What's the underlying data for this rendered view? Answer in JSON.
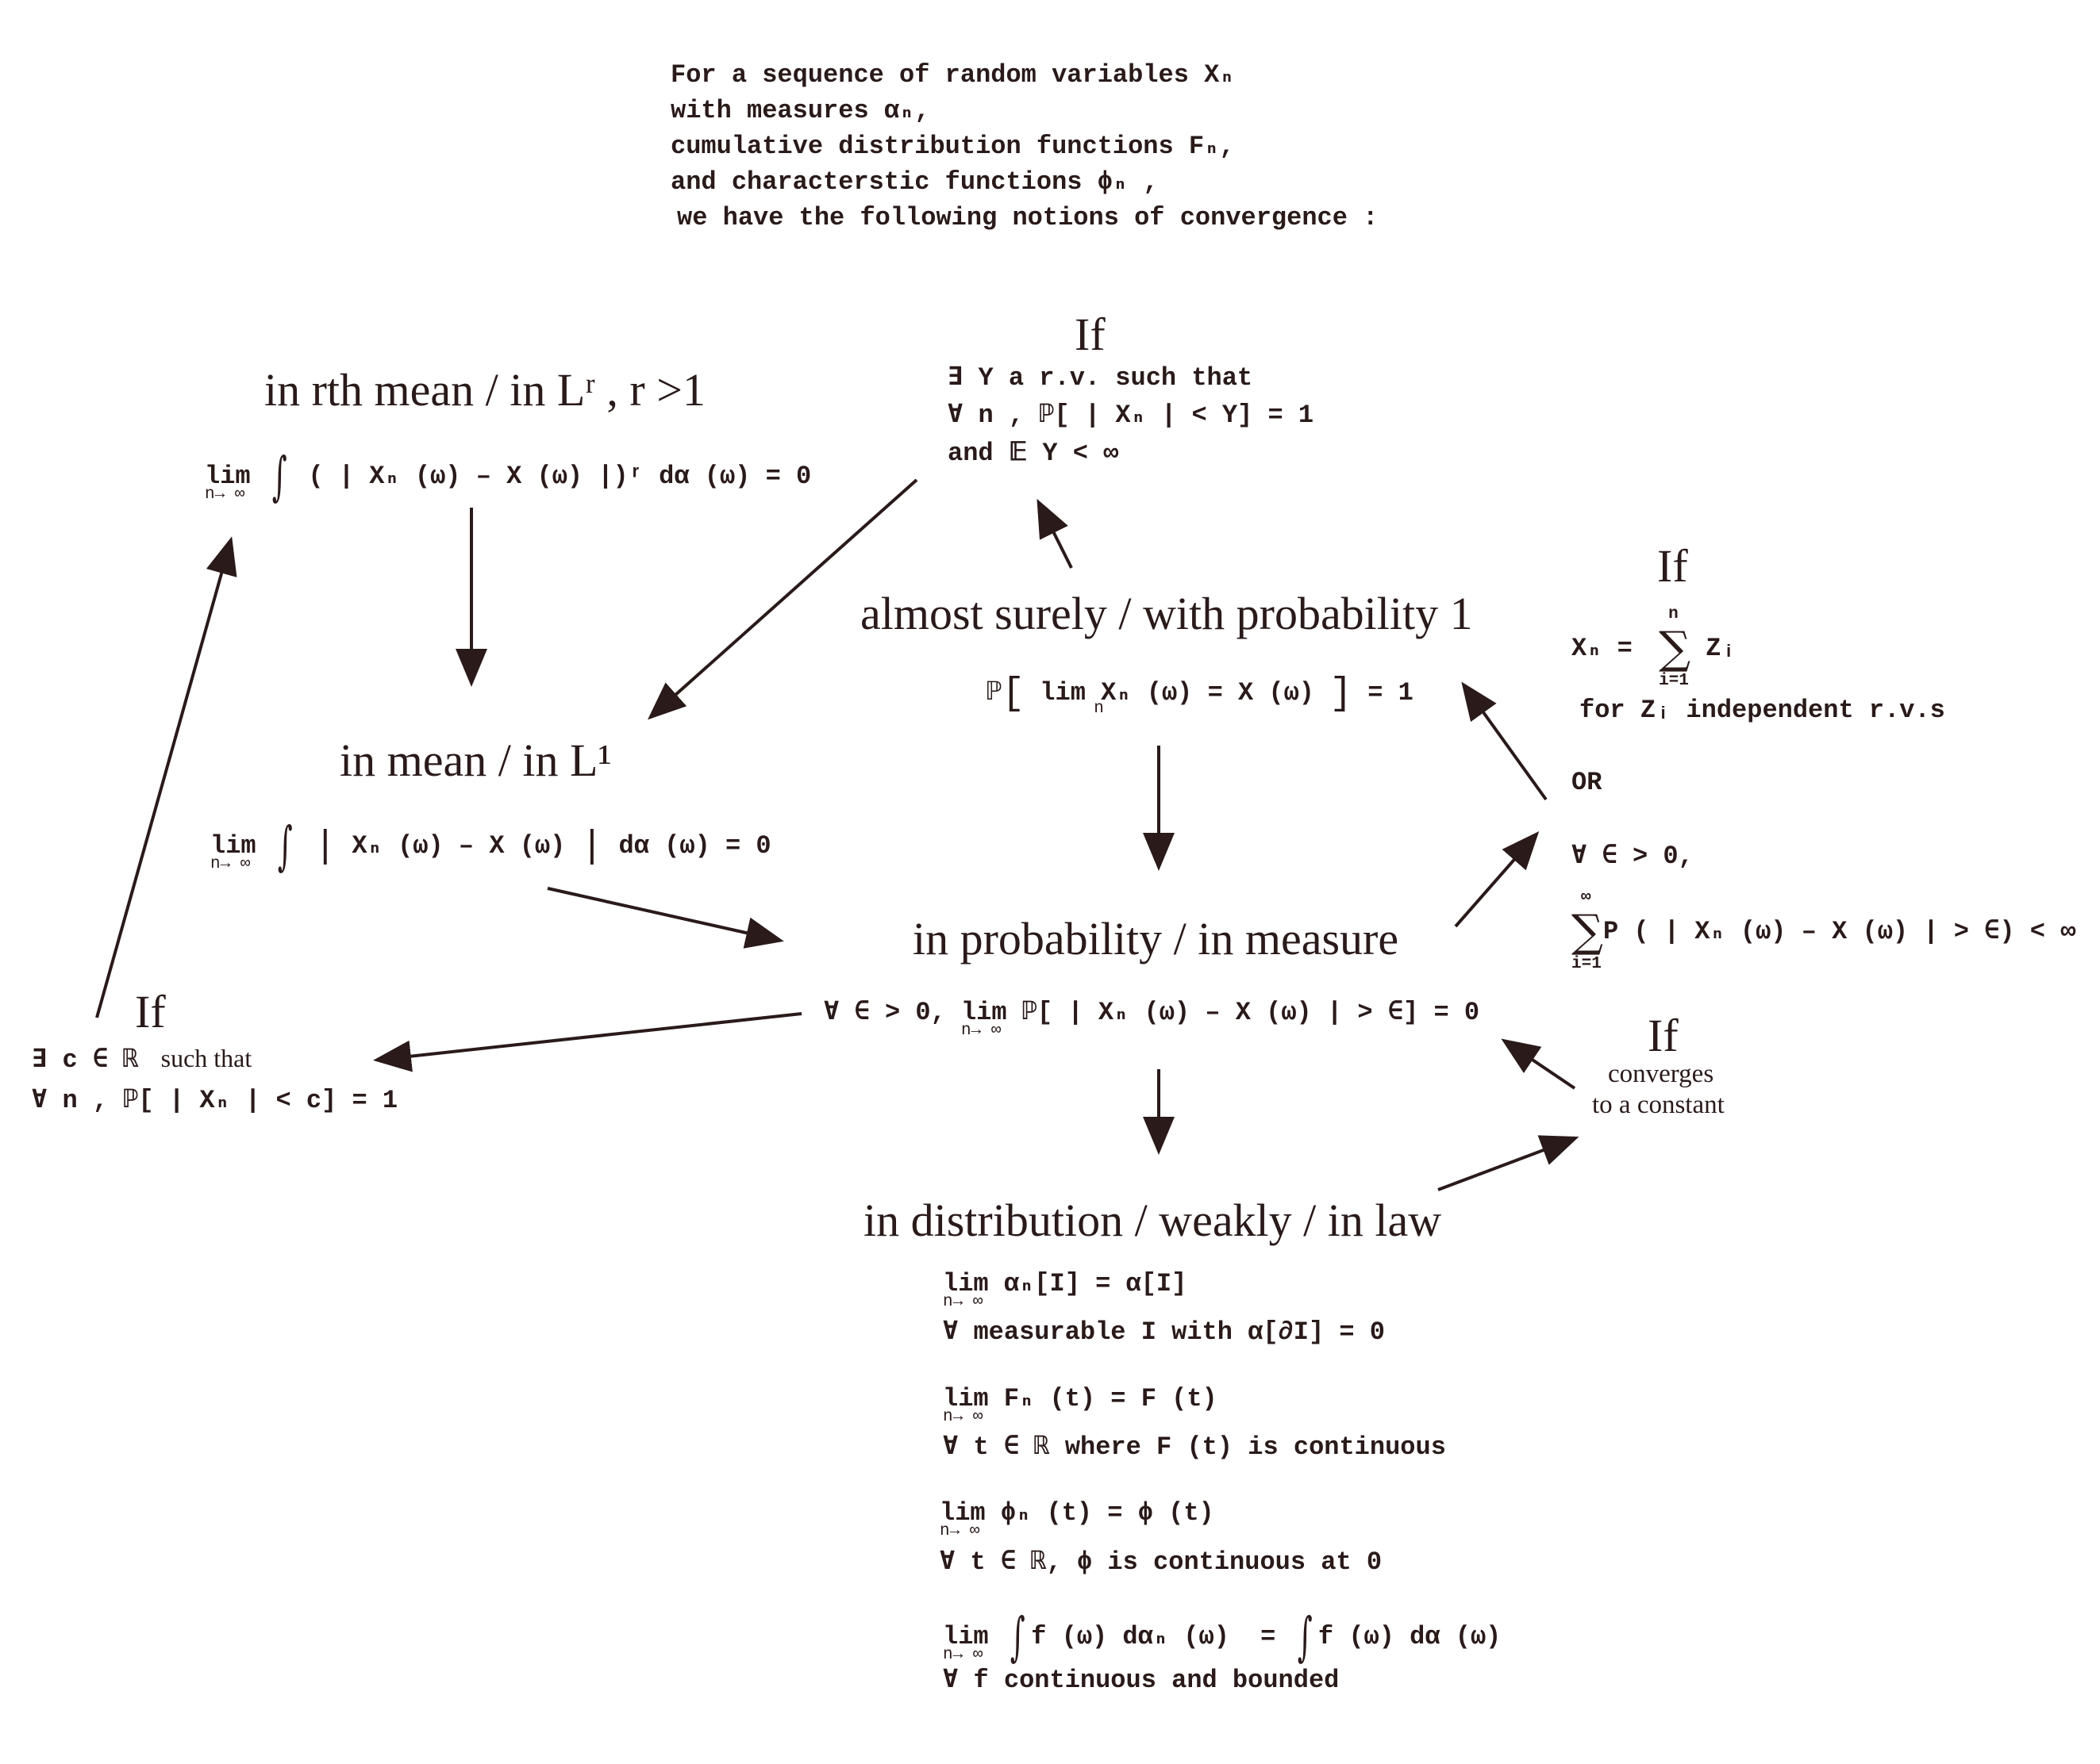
{
  "intro": [
    "For a sequence of random variables Xₙ",
    "with measures αₙ,",
    "cumulative distribution functions Fₙ,",
    "and characterstic functions ϕₙ ,",
    "we have the following notions of convergence :"
  ],
  "rth_mean": {
    "title": "in rth mean / in Lʳ , r >1",
    "formula": "( | Xₙ (ω) – X (ω) |)ʳ dα (ω)  =  0"
  },
  "mean": {
    "title": "in mean / in L¹",
    "formula_a": "Xₙ (ω) – X (ω)",
    "formula_b": "dα (ω)  =  0"
  },
  "almost_surely": {
    "title": "almost surely / with probability 1",
    "formula": "lim Xₙ (ω)  =  X (ω)",
    "rhs": "=  1",
    "sub": "n"
  },
  "probability": {
    "title": "in probability / in measure",
    "formula_pre": "∀ ∈ > 0,",
    "formula": "ℙ[ | Xₙ (ω)  –  X (ω) |  > ∈]  =  0"
  },
  "distribution": {
    "title": "in distribution / weakly / in law",
    "c1": "αₙ[I]  =  α[I]",
    "c1_cond": "∀  measurable I with α[∂I]   =   0",
    "c2": "Fₙ (t)  =  F (t)",
    "c2_cond": "∀ t  ∈ ℝ  where F (t) is continuous",
    "c3": "ϕₙ (t)  =   ϕ (t)",
    "c3_cond": "∀ t  ∈  ℝ,  ϕ is continuous at 0",
    "c4_a": "f (ω) dαₙ (ω)",
    "c4_eq": "=",
    "c4_b": "f (ω) dα (ω)",
    "c4_cond": "∀  f continuous and bounded"
  },
  "if_dominated": {
    "label": "If",
    "l1": "∃ Y a r.v. such that",
    "l2": "∀ n ,  ℙ[ | Xₙ |  <  Y]  =  1",
    "l3": "and 𝔼 Y  <  ∞"
  },
  "if_sum": {
    "label": "If",
    "lhs": "Xₙ  =",
    "term": "Zᵢ",
    "upper": "n",
    "lower": "i=1",
    "cond": "for Zᵢ independent r.v.s",
    "or": "OR",
    "l1": "∀ ∈ > 0,",
    "upper2": "∞",
    "lower2": "i=1",
    "l2": "P ( | Xₙ (ω)  –  X (ω) |  > ∈)  <  ∞"
  },
  "if_bounded": {
    "label": "If",
    "l1": "∃ c ∈ ℝ",
    "l1b": "such that",
    "l2": "∀ n ,  ℙ[ | Xₙ |  <  c]  =  1"
  },
  "if_constant": {
    "label": "If",
    "l1": "converges",
    "l2": "to a constant"
  },
  "lim": "lim",
  "lim_sub": "n→ ∞"
}
